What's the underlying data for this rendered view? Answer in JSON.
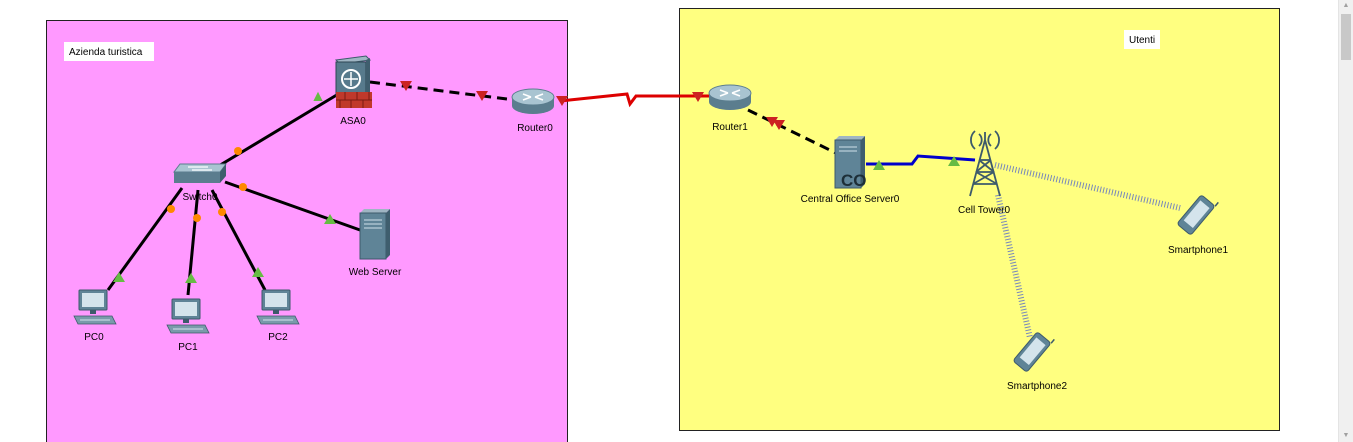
{
  "zones": {
    "left": {
      "label": "Azienda turistica",
      "color": "#ff99ff"
    },
    "right": {
      "label": "Utenti",
      "color": "#ffff80"
    }
  },
  "devices": {
    "asa": "ASA0",
    "router0": "Router0",
    "router1": "Router1",
    "switch": "Switch0",
    "webserver": "Web Server",
    "pc0": "PC0",
    "pc1": "PC1",
    "pc2": "PC2",
    "co_server": "Central Office Server0",
    "co_badge": "CO",
    "tower": "Cell Tower0",
    "phone1": "Smartphone1",
    "phone2": "Smartphone2"
  },
  "colors": {
    "link_up": "#66bb44",
    "link_down": "#cc2222",
    "link_wait": "#ff8800",
    "serial": "#dd0000",
    "coax": "#0000cc",
    "wireless": "#6677bb"
  }
}
